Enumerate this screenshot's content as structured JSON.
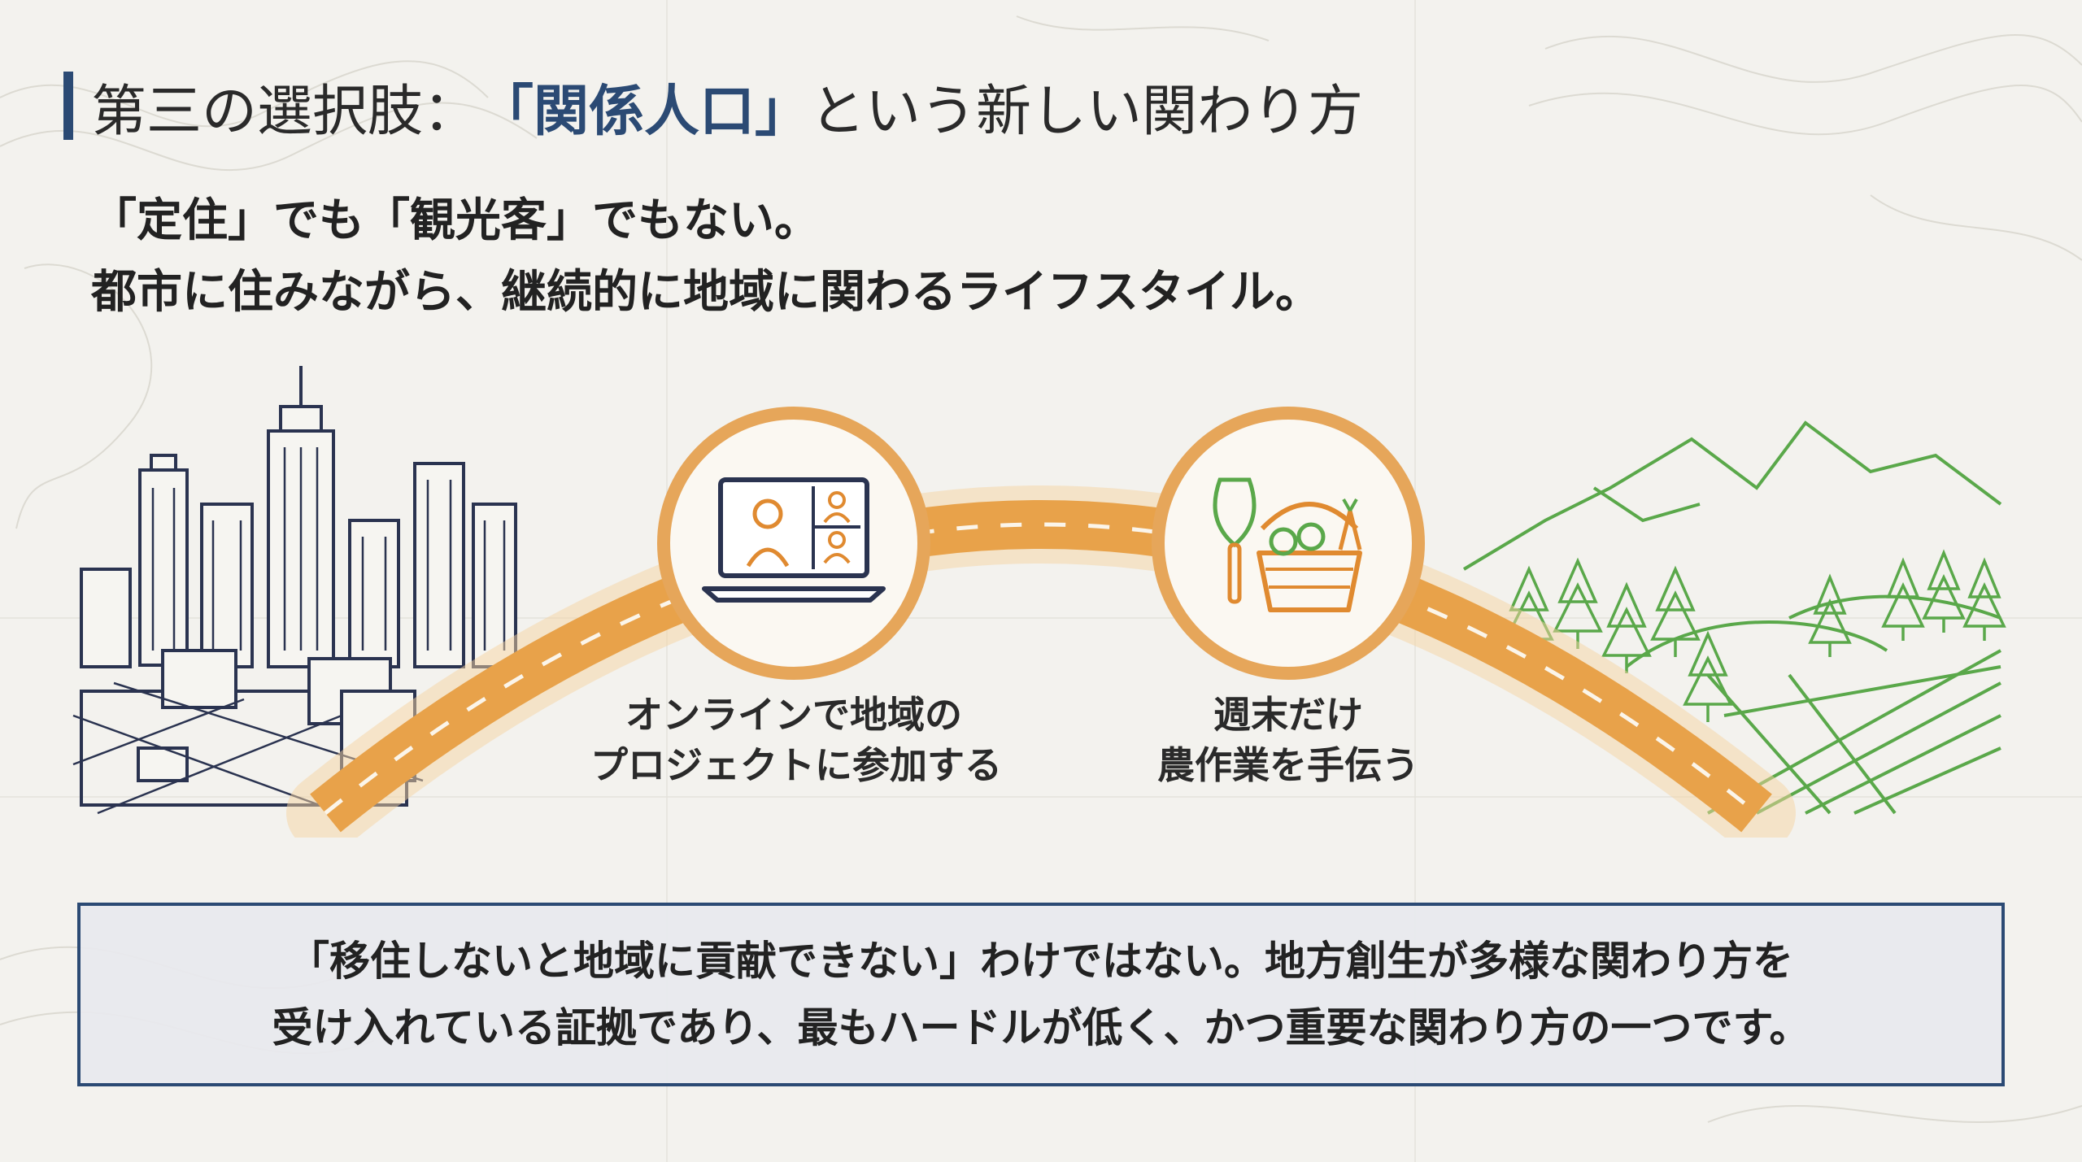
{
  "header": {
    "title_prefix": "第三の選択肢：",
    "title_highlight": "「関係人口」",
    "title_suffix": "という新しい関わり方"
  },
  "subtitle": {
    "line1": "「定住」でも「観光客」でもない。",
    "line2": "都市に住みながら、継続的に地域に関わるライフスタイル。"
  },
  "steps": [
    {
      "icon": "laptop-video-call-icon",
      "line1": "オンラインで地域の",
      "line2": "プロジェクトに参加する"
    },
    {
      "icon": "shovel-vegetable-basket-icon",
      "line1": "週末だけ",
      "line2": "農作業を手伝う"
    }
  ],
  "note": {
    "line1": "「移住しないと地域に貢献できない」わけではない。地方創生が多様な関わり方を",
    "line2": "受け入れている証拠であり、最もハードルが低く、かつ重要な関わり方の一つです。"
  },
  "colors": {
    "accent": "#2b4a74",
    "road": "#e8a24a",
    "landscape": "#5aa84a",
    "city": "#2a3350",
    "icon_orange": "#e08a30"
  }
}
